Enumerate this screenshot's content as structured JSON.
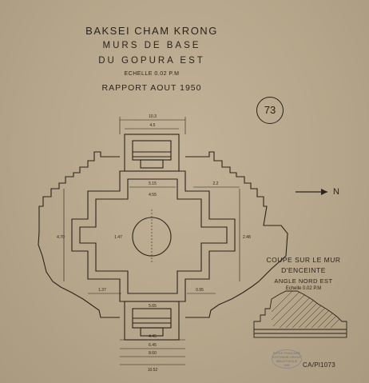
{
  "title": {
    "line1": "BAKSEI CHAM KRONG",
    "line2": "MURS DE BASE",
    "line3": "DU GOPURA EST",
    "scale": "ECHELLE 0.02 P.M",
    "report": "RAPPORT AOUT 1950"
  },
  "plate_number": "73",
  "north_label": "N",
  "section": {
    "line1": "COUPE SUR LE MUR",
    "line2": "D'ENCEINTE",
    "line3": "ANGLE NORD EST",
    "scale": "Echelle 0.02 P.M"
  },
  "archive_ref": "CA/Pl1073",
  "stamp_text": [
    "ECOLE FRANCAISE",
    "D'EXTREME-ORIENT",
    "BIBLIOTHEQUE",
    "1950"
  ],
  "dimensions": {
    "top_total": "10.3",
    "top_inner": "4.5",
    "top_step": "5.15",
    "mid": "4.55",
    "mid_right": "2.2",
    "left_side": "4.70",
    "center": "1.47",
    "height": "2.48",
    "bottom_a": "1.37",
    "bottom_b": "0.95",
    "bottom_c": "5.65",
    "bottom_d": "4.45",
    "bottom_e": "6.45",
    "bottom_f": "8.60",
    "bottom_total": "10.52"
  },
  "colors": {
    "ink": "#2b241c",
    "paper": "#b6a68b",
    "stamp": "#8d8d8d"
  }
}
